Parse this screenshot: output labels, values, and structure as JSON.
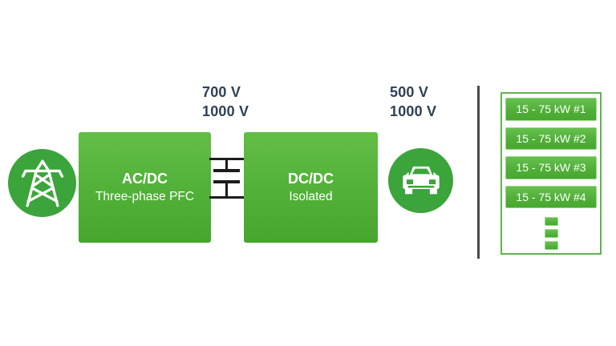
{
  "colors": {
    "canvas_bg": "#FFFFFF",
    "badge_green": "#3BA43B",
    "block_green_top": "#63BE46",
    "block_green_bottom": "#46A62E",
    "panel_border_green": "#5EB350",
    "wire_black": "#1C1C1C",
    "divider_gray": "#4A4A4A",
    "voltage_text_navy": "#2F4156",
    "block_text_white": "#FFFFFF"
  },
  "input_source": {
    "icon": "transmission-tower-icon"
  },
  "blocks": {
    "acdc": {
      "line1": "AC/DC",
      "line2": "Three-phase PFC"
    },
    "dcdc": {
      "line1": "DC/DC",
      "line2": "Isolated"
    }
  },
  "dc_link": {
    "component": "capacitor",
    "voltage_line1": "700 V",
    "voltage_line2": "1000 V"
  },
  "output": {
    "icon": "car-icon",
    "voltage_line1": "500 V",
    "voltage_line2": "1000 V"
  },
  "module_panel": {
    "items": [
      {
        "label": "15 - 75 kW #1"
      },
      {
        "label": "15 - 75 kW #2"
      },
      {
        "label": "15 - 75 kW #3"
      },
      {
        "label": "15 - 75 kW #4"
      }
    ],
    "more_indicator": "vertical-ellipsis",
    "ellipsis_dots": 3
  }
}
